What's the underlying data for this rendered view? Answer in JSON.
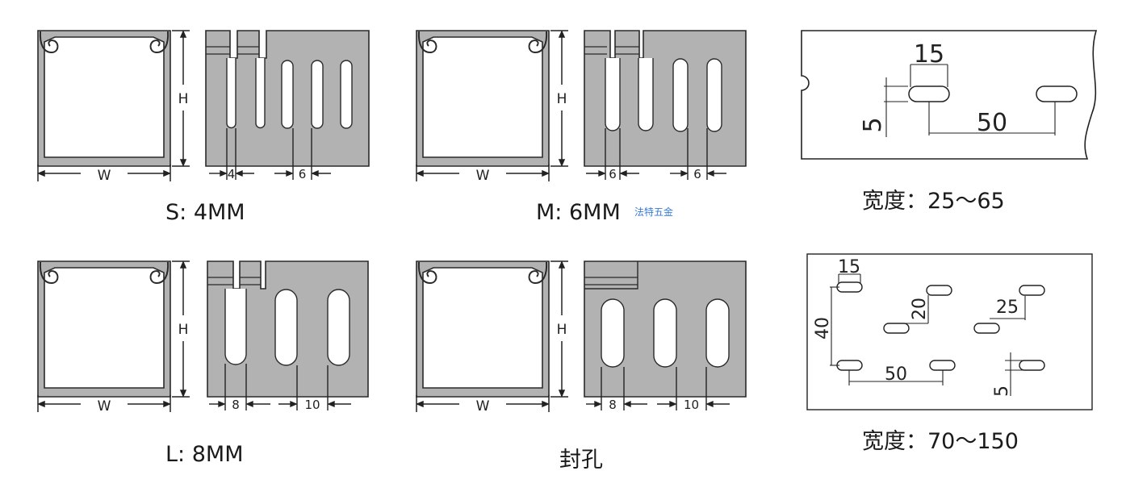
{
  "labels": {
    "w": "W",
    "h": "H"
  },
  "panels": [
    {
      "caption": "S: 4MM",
      "dim_left": "4",
      "dim_right": "6"
    },
    {
      "caption": "M: 6MM",
      "dim_left": "6",
      "dim_right": "6"
    },
    {
      "caption": "L: 8MM",
      "dim_left": "8",
      "dim_right": "10"
    },
    {
      "caption": "封孔",
      "dim_left": "8",
      "dim_right": "10"
    }
  ],
  "watermark": "法特五金",
  "hole_pattern_top": {
    "dim_width": "15",
    "dim_height": "5",
    "dim_pitch": "50",
    "caption": "宽度：25～65"
  },
  "hole_pattern_bottom": {
    "dim_width": "15",
    "dim_row": "40",
    "dim_offset_20": "20",
    "dim_offset_25": "25",
    "dim_pitch": "50",
    "dim_height": "5",
    "caption": "宽度：70～150"
  },
  "colors": {
    "body_gray": "#b2b2b2",
    "outline": "#2a2a2a",
    "dim_line": "#222222",
    "watermark": "#3a7bd5"
  }
}
